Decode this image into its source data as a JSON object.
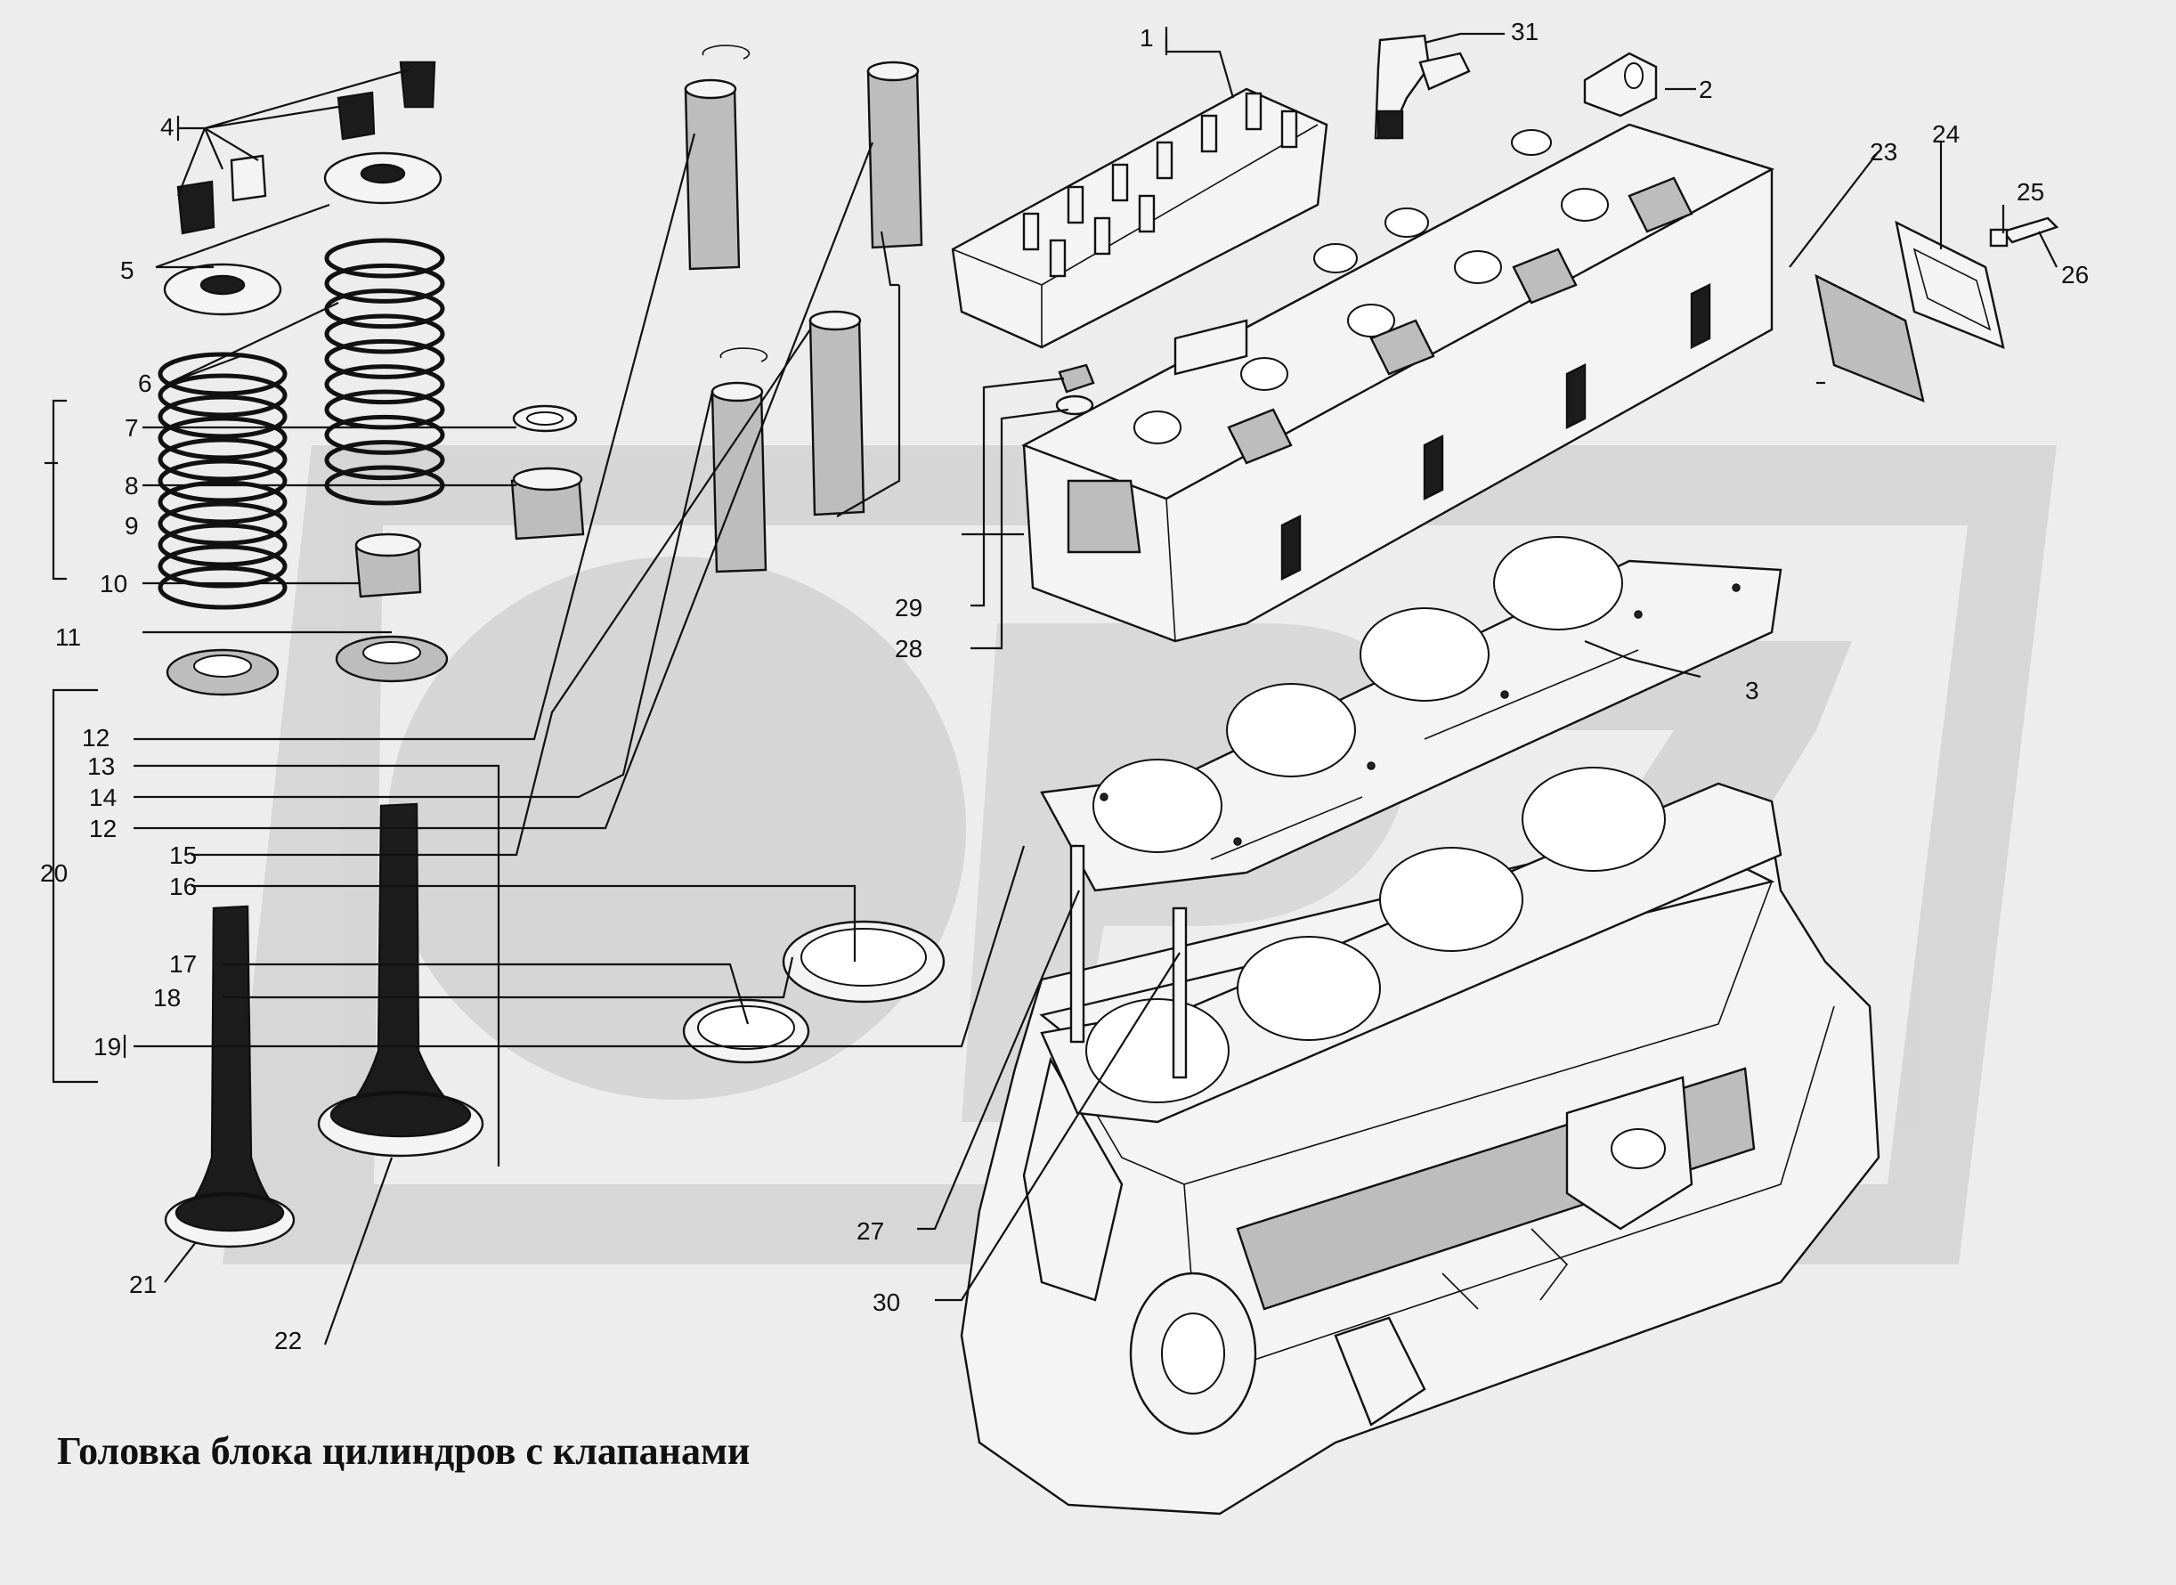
{
  "caption": "Головка блока цилиндров с клапанами",
  "watermark": "OPZ",
  "callouts": {
    "c1": "1",
    "c2": "2",
    "c3": "3",
    "c4": "4",
    "c5": "5",
    "c6": "6",
    "c7": "7",
    "c8": "8",
    "c9": "9",
    "c10": "10",
    "c11": "11",
    "c12a": "12",
    "c12b": "12",
    "c13": "13",
    "c14": "14",
    "c15": "15",
    "c16": "16",
    "c17": "17",
    "c18": "18",
    "c19": "19",
    "c20": "20",
    "c21": "21",
    "c22": "22",
    "c23": "23",
    "c24": "24",
    "c25": "25",
    "c26": "26",
    "c27": "27",
    "c28": "28",
    "c29": "29",
    "c30": "30",
    "c31": "31"
  },
  "colors": {
    "background": "#ededed",
    "ink": "#111111",
    "watermark": "#cfcfcf"
  }
}
